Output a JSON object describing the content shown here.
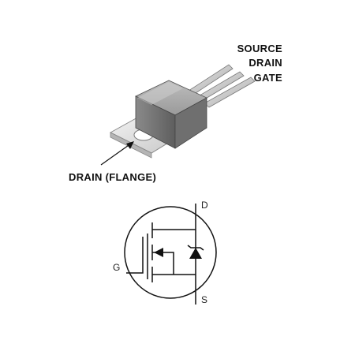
{
  "package": {
    "pins": {
      "source": "SOURCE",
      "drain": "DRAIN",
      "gate": "GATE"
    },
    "flange": "DRAIN (FLANGE)"
  },
  "symbol": {
    "drain": "D",
    "gate": "G",
    "source": "S"
  }
}
